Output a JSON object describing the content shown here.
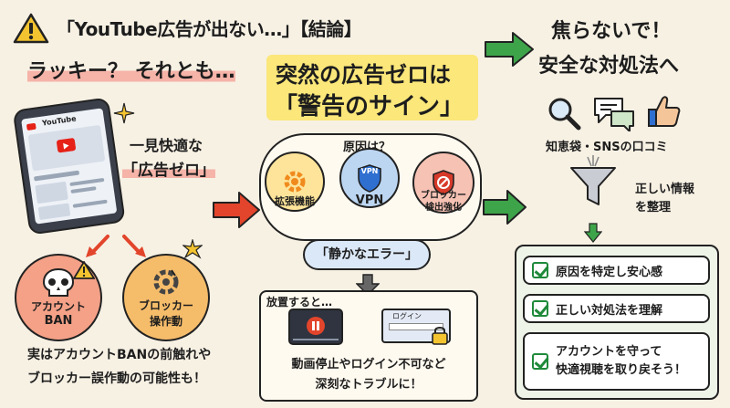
{
  "header": {
    "title": "「YouTube広告が出ない…」【結論】",
    "subtitle": "ラッキー？ それとも…"
  },
  "center_title": {
    "line1": "突然の広告ゼロは",
    "line2": "「警告のサイン」"
  },
  "right_title": {
    "line1": "焦らないで！",
    "line2": "安全な対処法へ"
  },
  "phone": {
    "app_name": "YouTube",
    "caption_line1": "一見快適な",
    "caption_line2": "「広告ゼロ」"
  },
  "risks": {
    "account_ban_line1": "アカウント",
    "account_ban_line2": "BAN",
    "blocker_line1": "ブロッカー",
    "blocker_line2": "操作動",
    "note_line1": "実はアカウントBANの前触れや",
    "note_line2": "ブロッカー誤作動の可能性も！"
  },
  "causes": {
    "heading": "原因は？",
    "items": [
      {
        "label": "拡張機能",
        "icon": "gear-icon"
      },
      {
        "label": "VPN",
        "icon": "shield-vpn-icon",
        "badge": "VPN"
      },
      {
        "label": "ブロッカー\n検出強化",
        "icon": "block-icon"
      }
    ],
    "silent_error": "「静かなエラー」"
  },
  "consequence": {
    "heading": "放置すると…",
    "login_label": "ログイン",
    "text_line1": "動画停止やログイン不可など",
    "text_line2": "深刻なトラブルに！"
  },
  "solution": {
    "sources": "知恵袋・SNSの口コミ",
    "filter_line1": "正しい情報",
    "filter_line2": "を整理",
    "checks": [
      "原因を特定し安心感",
      "正しい対処法を理解",
      "アカウントを守って\n快適視聴を取り戻そう！"
    ]
  },
  "colors": {
    "accent_red": "#e2452b",
    "accent_green": "#3ea44a",
    "highlight_yellow": "#fbe77a",
    "highlight_pink": "#f6b3a8",
    "background": "#f7f1e4"
  }
}
